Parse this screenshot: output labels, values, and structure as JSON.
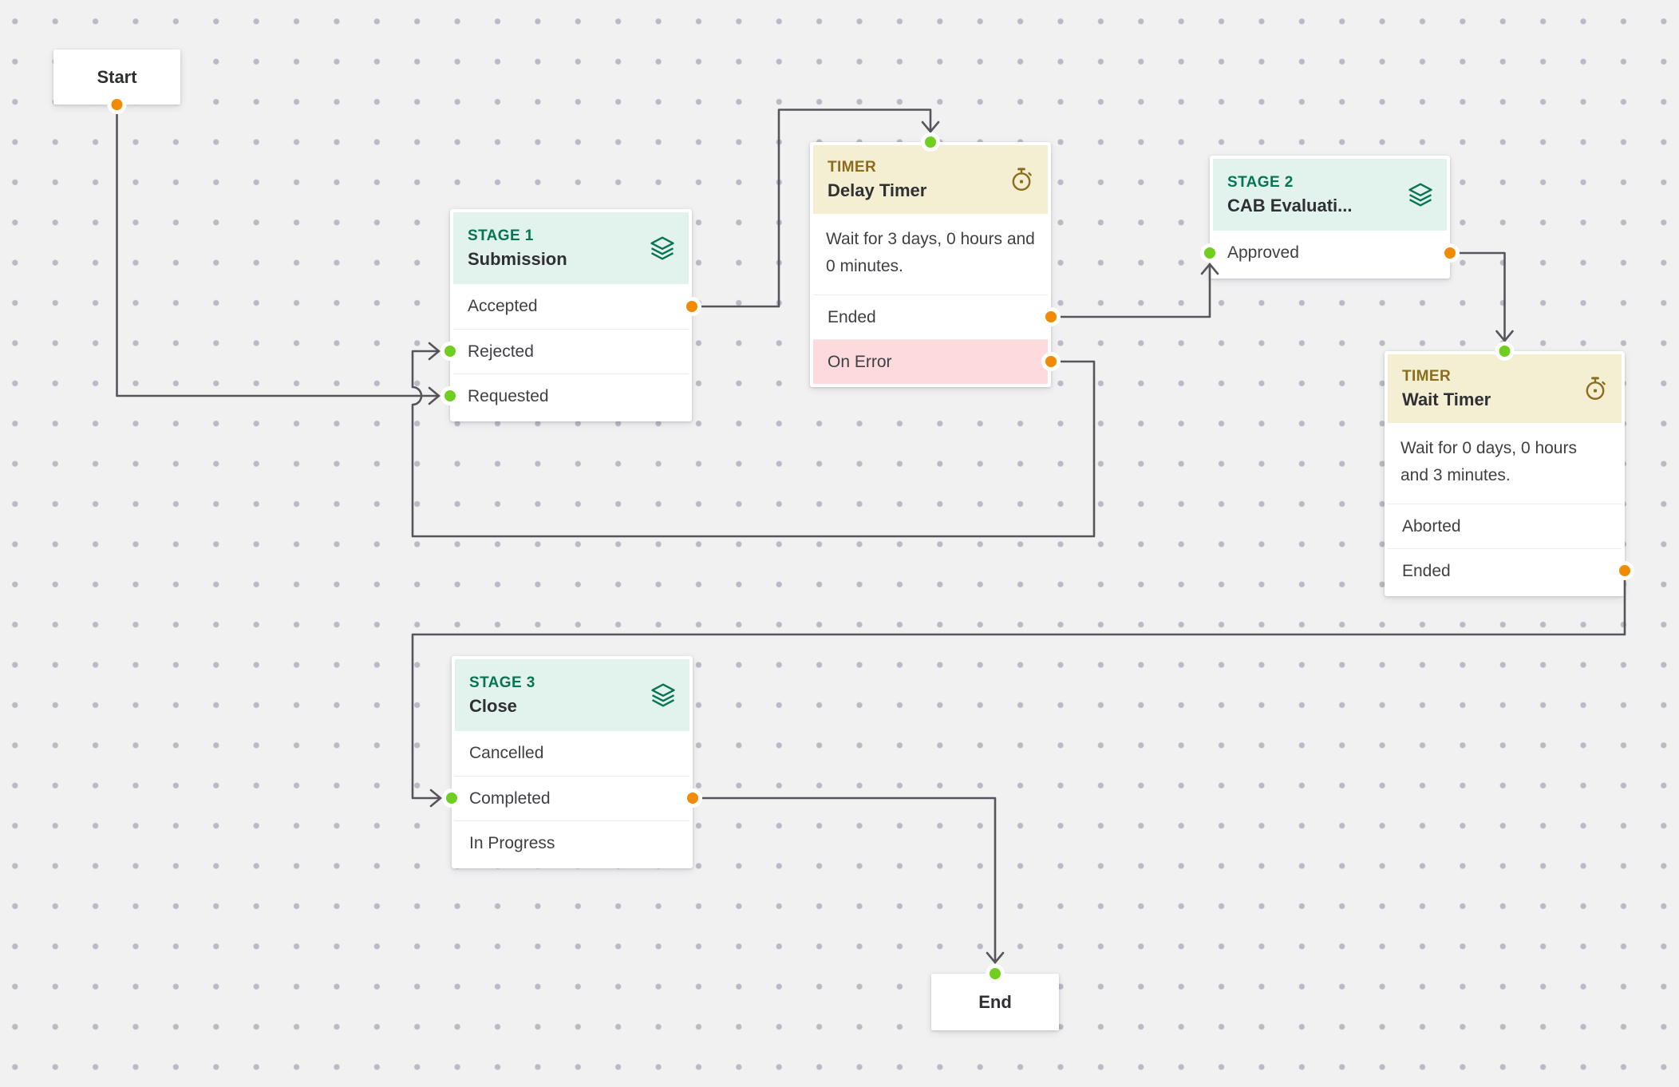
{
  "colors": {
    "canvas_bg": "#f1f1f2",
    "grid_dot": "#b9bac3",
    "stage_header_bg": "#e2f2ec",
    "stage_label": "#077453",
    "timer_header_bg": "#f4eed3",
    "timer_label": "#8a6d1d",
    "error_row_bg": "#fcdadd",
    "output_port": "#f18b01",
    "input_port": "#70ce1f",
    "connector": "#55555b",
    "title_text": "#2f3033",
    "row_text": "#3f4046"
  },
  "icons": {
    "stage": "layers-icon",
    "timer": "stopwatch-icon"
  },
  "nodes": {
    "start": {
      "label": "Start"
    },
    "stage1": {
      "type_label": "STAGE 1",
      "title": "Submission",
      "rows": [
        "Accepted",
        "Rejected",
        "Requested"
      ]
    },
    "delay_timer": {
      "type_label": "TIMER",
      "title": "Delay Timer",
      "description": "Wait for 3 days, 0 hours and 0 minutes.",
      "rows": [
        "Ended",
        "On Error"
      ]
    },
    "stage2": {
      "type_label": "STAGE 2",
      "title": "CAB Evaluati...",
      "rows": [
        "Approved"
      ]
    },
    "wait_timer": {
      "type_label": "TIMER",
      "title": "Wait Timer",
      "description": "Wait for 0 days, 0 hours and 3 minutes.",
      "rows": [
        "Aborted",
        "Ended"
      ]
    },
    "stage3": {
      "type_label": "STAGE 3",
      "title": "Close",
      "rows": [
        "Cancelled",
        "Completed",
        "In Progress"
      ]
    },
    "end": {
      "label": "End"
    }
  }
}
